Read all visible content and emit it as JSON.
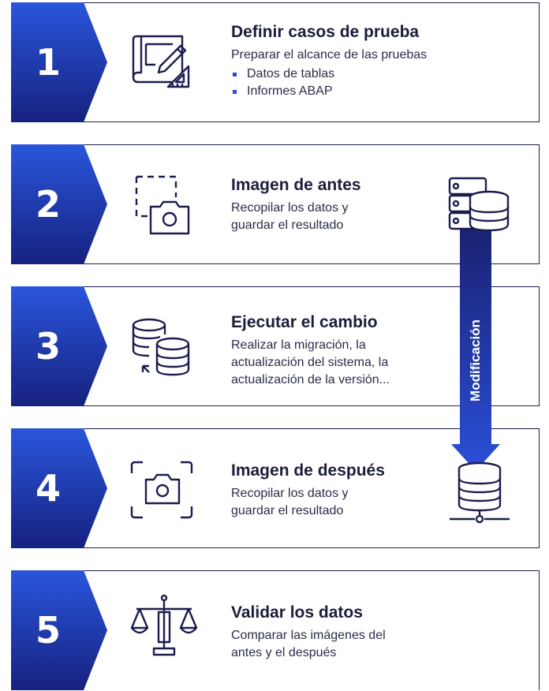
{
  "steps": [
    {
      "number": "1",
      "icon": "blueprint-pencil-icon",
      "title": "Definir casos de prueba",
      "desc": "Preparar el alcance de las pruebas",
      "bullets": [
        "Datos de tablas",
        "Informes ABAP"
      ]
    },
    {
      "number": "2",
      "icon": "screenshot-camera-icon",
      "title": "Imagen de antes",
      "desc": "Recopilar los datos y guardar el resultado"
    },
    {
      "number": "3",
      "icon": "database-migrate-icon",
      "title": "Ejecutar el cambio",
      "desc": "Realizar la migración, la actualización del sistema, la actualización de la versión..."
    },
    {
      "number": "4",
      "icon": "camera-frame-icon",
      "title": "Imagen de después",
      "desc": "Recopilar los datos y guardar el resultado"
    },
    {
      "number": "5",
      "icon": "balance-scale-icon",
      "title": "Validar los datos",
      "desc": "Comparar las imágenes del antes y el después"
    }
  ],
  "side": {
    "label": "Modificación",
    "top_icon": "server-database-icon",
    "bottom_icon": "network-database-icon"
  },
  "colors": {
    "dark": "#1b1d4f",
    "blue_top": "#2346c8",
    "blue_bottom": "#1a2a8f",
    "accent": "#2a4bd6"
  }
}
